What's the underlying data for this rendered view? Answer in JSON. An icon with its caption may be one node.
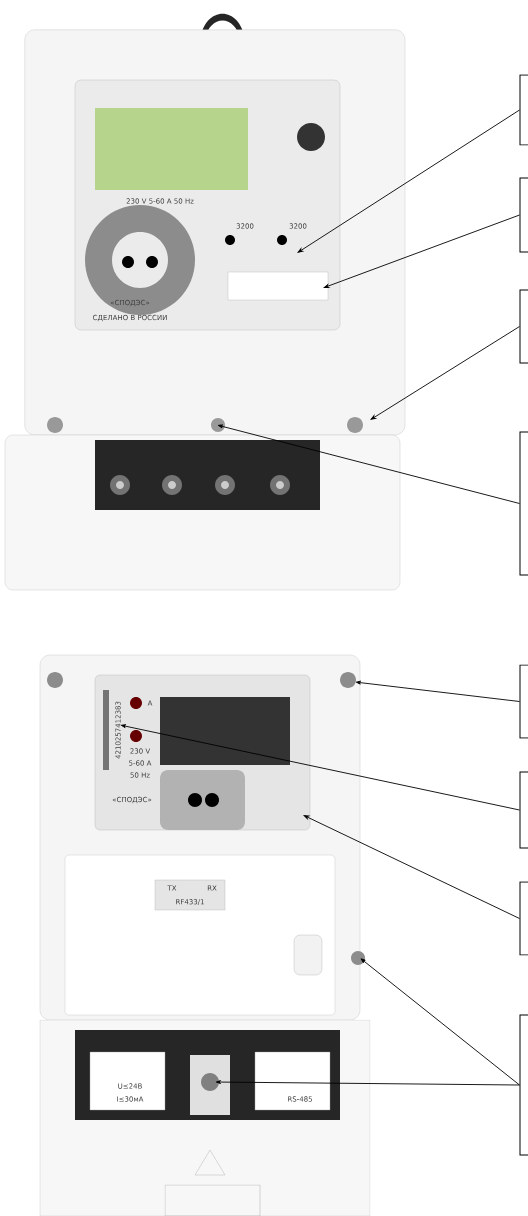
{
  "diagram": {
    "nodes": [
      {
        "text": [],
        "shape": "picture"
      },
      {
        "text": [],
        "shape": "box"
      },
      {
        "text": [],
        "shape": "box"
      },
      {
        "text": [],
        "shape": "box"
      },
      {
        "text": [],
        "shape": "box"
      },
      {
        "text": [],
        "shape": "picture"
      },
      {
        "text": [],
        "shape": "box"
      },
      {
        "text": [],
        "shape": "box"
      },
      {
        "text": [],
        "shape": "box"
      },
      {
        "text": [],
        "shape": "box"
      }
    ],
    "edges": [
      {
        "from": 1,
        "to": 0,
        "arrow": "to"
      },
      {
        "from": 2,
        "to": 0,
        "arrow": "to"
      },
      {
        "from": 3,
        "to": 0,
        "arrow": "to"
      },
      {
        "from": 4,
        "to": 0,
        "arrow": "to"
      },
      {
        "from": 6,
        "to": 5,
        "arrow": "to"
      },
      {
        "from": 7,
        "to": 5,
        "arrow": "to"
      },
      {
        "from": 8,
        "to": 5,
        "arrow": "to"
      },
      {
        "from": 9,
        "to": 5,
        "arrow": "to"
      },
      {
        "from": 9,
        "to": 5,
        "arrow": "to"
      }
    ],
    "labels": [
      "230 V  5-60 A  50 Hz",
      "3200",
      "3200",
      "«СПОДЭС»",
      "СДЕЛАНО В РОССИИ",
      "A",
      "4210257412383",
      "230 V",
      "5-60 A",
      "50 Hz",
      "«СПОДЭС»",
      "TX",
      "RX",
      "RF433/1",
      "U≤24B",
      "I≤30мА",
      "RS-485"
    ]
  }
}
